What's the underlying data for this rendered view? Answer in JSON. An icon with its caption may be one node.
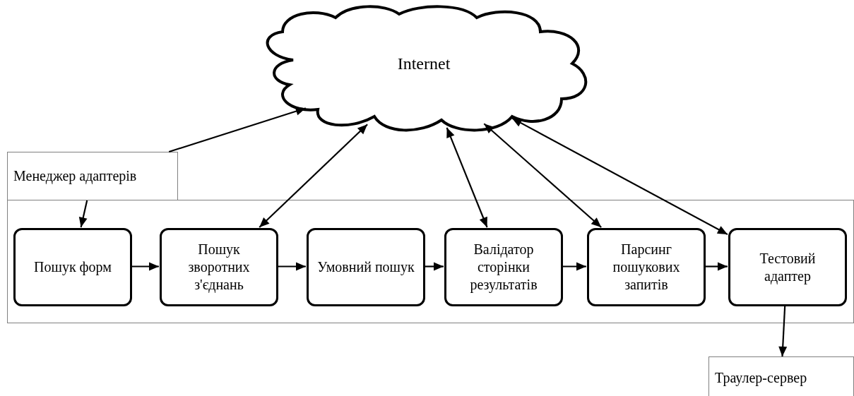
{
  "diagram": {
    "nodes": [
      {
        "text": [
          "Internet"
        ]
      },
      {
        "text": [
          "Менеджер адаптерів"
        ]
      },
      {
        "text": [],
        "shape": "box"
      },
      {
        "text": [
          "Пошук форм"
        ],
        "in": 2
      },
      {
        "text": [
          "Пошук зворотних з'єднань"
        ],
        "in": 2
      },
      {
        "text": [
          "Умовний пошук"
        ],
        "in": 2
      },
      {
        "text": [
          "Валідатор сторінки результатів"
        ],
        "in": 2
      },
      {
        "text": [
          "Парсинг пошукових запитів"
        ],
        "in": 2
      },
      {
        "text": [
          "Тестовий адаптер"
        ],
        "in": 2
      },
      {
        "text": [
          "Траулер-сервер"
        ]
      }
    ],
    "edges": [
      {
        "from": 1,
        "to": 0,
        "arrow": "to"
      },
      {
        "from": 1,
        "to": 3,
        "arrow": "to"
      },
      {
        "from": 4,
        "to": 0,
        "arrow": "both"
      },
      {
        "from": 6,
        "to": 0,
        "arrow": "both"
      },
      {
        "from": 7,
        "to": 0,
        "arrow": "both"
      },
      {
        "from": 8,
        "to": 0,
        "arrow": "both"
      },
      {
        "from": 3,
        "to": 4,
        "arrow": "to"
      },
      {
        "from": 4,
        "to": 5,
        "arrow": "to"
      },
      {
        "from": 5,
        "to": 6,
        "arrow": "to"
      },
      {
        "from": 6,
        "to": 7,
        "arrow": "to"
      },
      {
        "from": 7,
        "to": 8,
        "arrow": "to"
      },
      {
        "from": 8,
        "to": 9,
        "arrow": "to"
      }
    ]
  }
}
